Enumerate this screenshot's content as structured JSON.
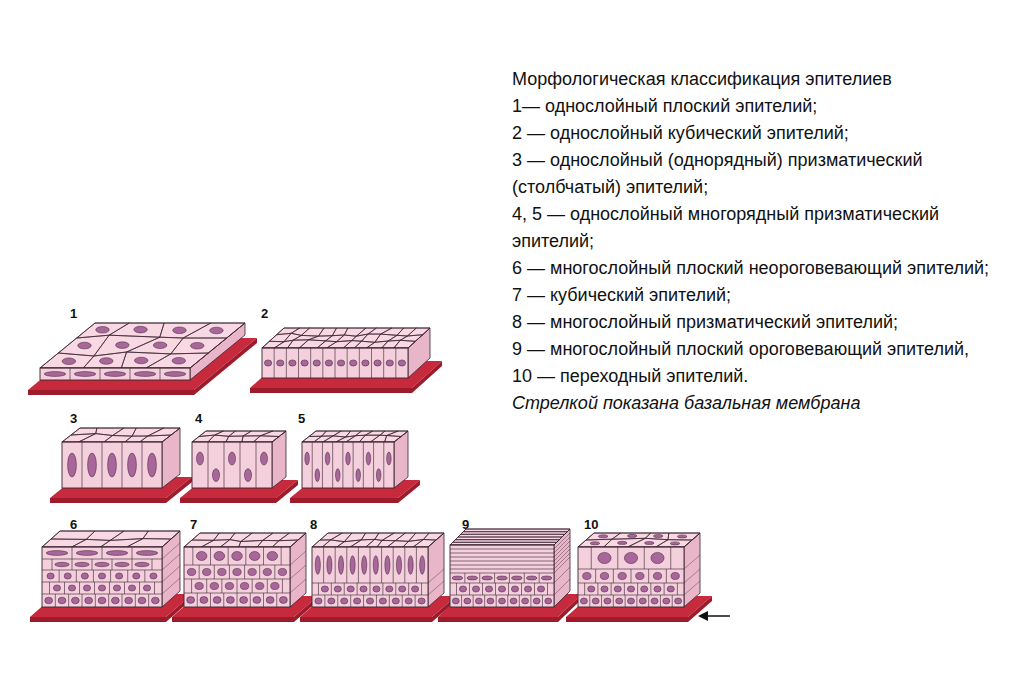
{
  "diagram": {
    "title": "Морфологическая классификация эпителиев",
    "labels": [
      "1",
      "2",
      "3",
      "4",
      "5",
      "6",
      "7",
      "8",
      "9",
      "10",
      "1— однослойный плоский эпителий;",
      "2 — однослойный кубический эпителий;",
      "3 — однослойный (однорядный) призматический (столбчатый) эпителий;",
      "4, 5 — однослойный многорядный призматический эпителий;",
      "6 — многослойный плоский неороговевающий эпителий;",
      "7 — кубический эпителий;",
      "8 — многослойный призматический эпителий;",
      "9 — многослойный  плоский ороговевающий эпителий,",
      "10 — переходный эпителий.",
      "Стрелкой показана базальная мембрана"
    ]
  }
}
